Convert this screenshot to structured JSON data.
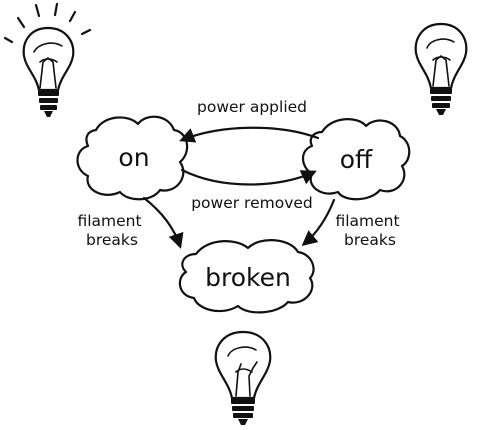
{
  "states": {
    "on": "on",
    "off": "off",
    "broken": "broken"
  },
  "transitions": {
    "off_to_on": "power applied",
    "on_to_off": "power removed",
    "on_to_broken": [
      "filament",
      "breaks"
    ],
    "off_to_broken": [
      "filament",
      "breaks"
    ]
  },
  "icons": {
    "on": "lit-lightbulb-icon",
    "off": "unlit-lightbulb-icon",
    "broken": "broken-lightbulb-icon"
  }
}
